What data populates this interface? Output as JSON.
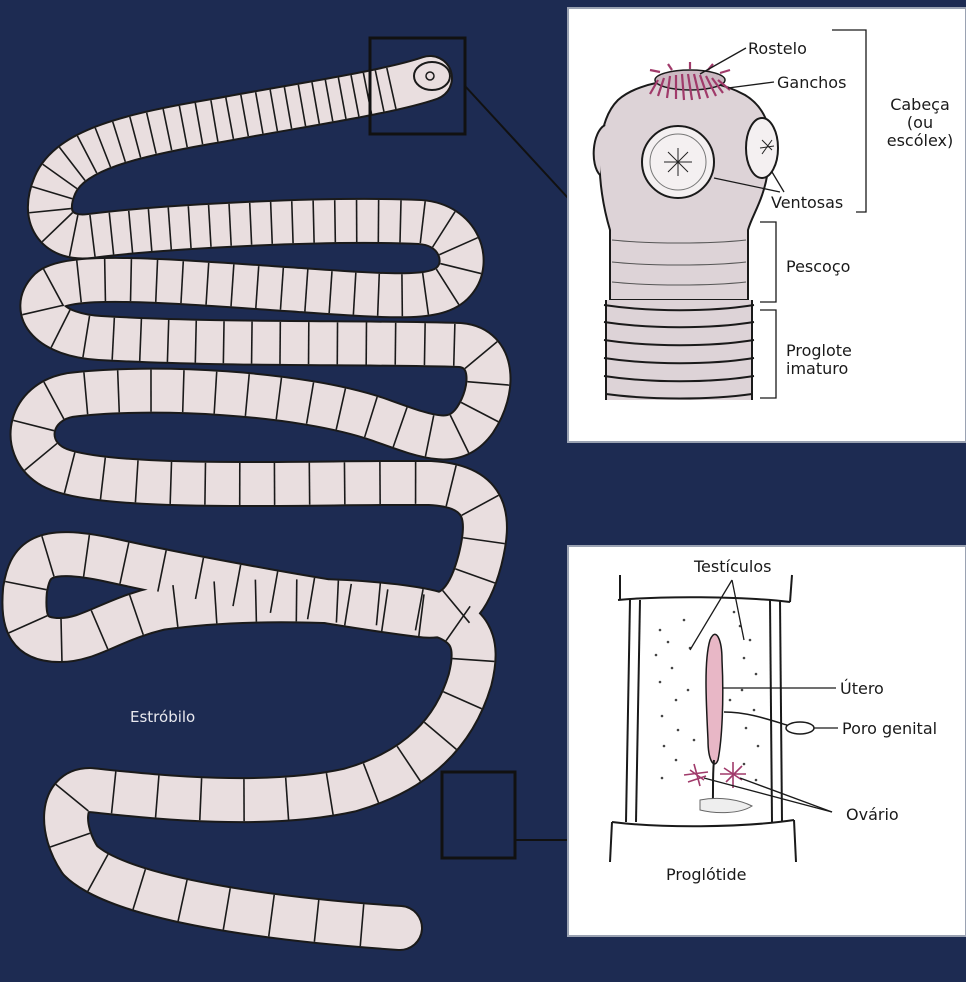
{
  "colors": {
    "background": "#1d2b52",
    "worm_body": "#e9dedf",
    "outline": "#1a1a1a",
    "hooks": "#a03a6a",
    "uterus": "#e8b7c6",
    "panel_bg": "#ffffff"
  },
  "main_label": "Estróbilo",
  "scolex_panel": {
    "labels": {
      "rostelo": "Rostelo",
      "ganchos": "Ganchos",
      "ventosas": "Ventosas",
      "pescoco": "Pescoço",
      "proglote": [
        "Proglote",
        "imaturo"
      ],
      "cabeca": [
        "Cabeça",
        "(ou",
        "escólex)"
      ]
    }
  },
  "proglottid_panel": {
    "labels": {
      "testiculos": "Testículos",
      "utero": "Útero",
      "poro_genital": "Poro genital",
      "ovario": "Ovário",
      "proglotide": "Proglótide"
    }
  }
}
